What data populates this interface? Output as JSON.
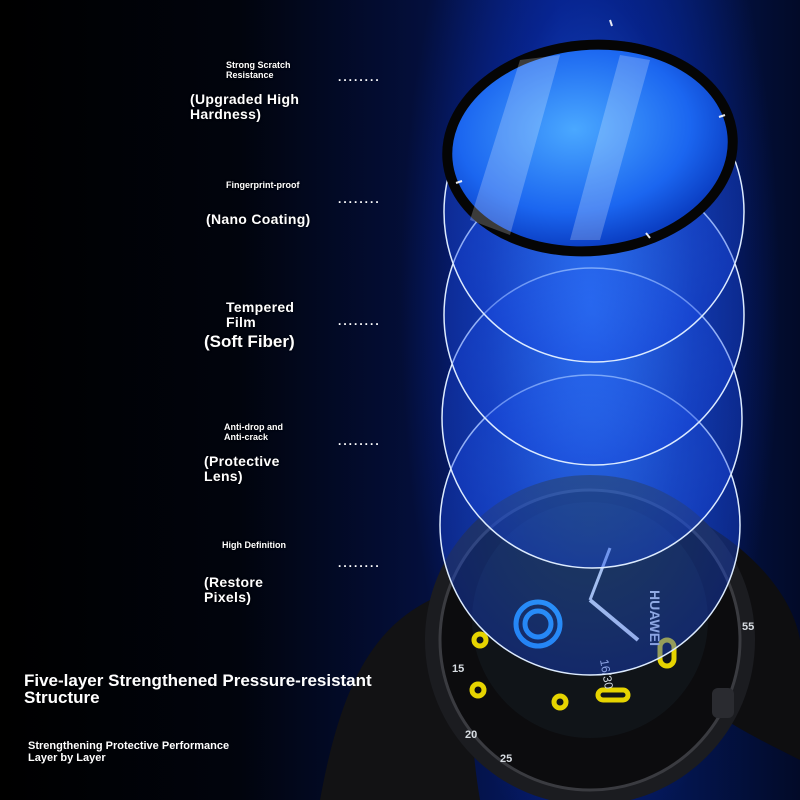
{
  "layers": [
    {
      "title": "Strong Scratch\nResistance",
      "detail": "(Upgraded High\nHardness)"
    },
    {
      "title": "Fingerprint-proof",
      "detail": "(Nano Coating)"
    },
    {
      "title": "Tempered\nFilm",
      "detail": "(Soft Fiber)"
    },
    {
      "title": "Anti-drop and\nAnti-crack",
      "detail": "(Protective\nLens)"
    },
    {
      "title": "High Definition",
      "detail": "(Restore\nPixels)"
    }
  ],
  "dots": "........",
  "headline": "Five-layer Strengthened Pressure-resistant\nStructure",
  "subheadline": "Strengthening Protective Performance\nLayer by Layer",
  "watch": {
    "brand": "HUAWEI",
    "date": "16/30",
    "bezel_numbers": [
      "15",
      "20",
      "25",
      "55"
    ]
  },
  "colors": {
    "accent_blue": "#2a6bff",
    "bezel_yellow": "#e6d400",
    "ring": "#cfe2ff"
  }
}
